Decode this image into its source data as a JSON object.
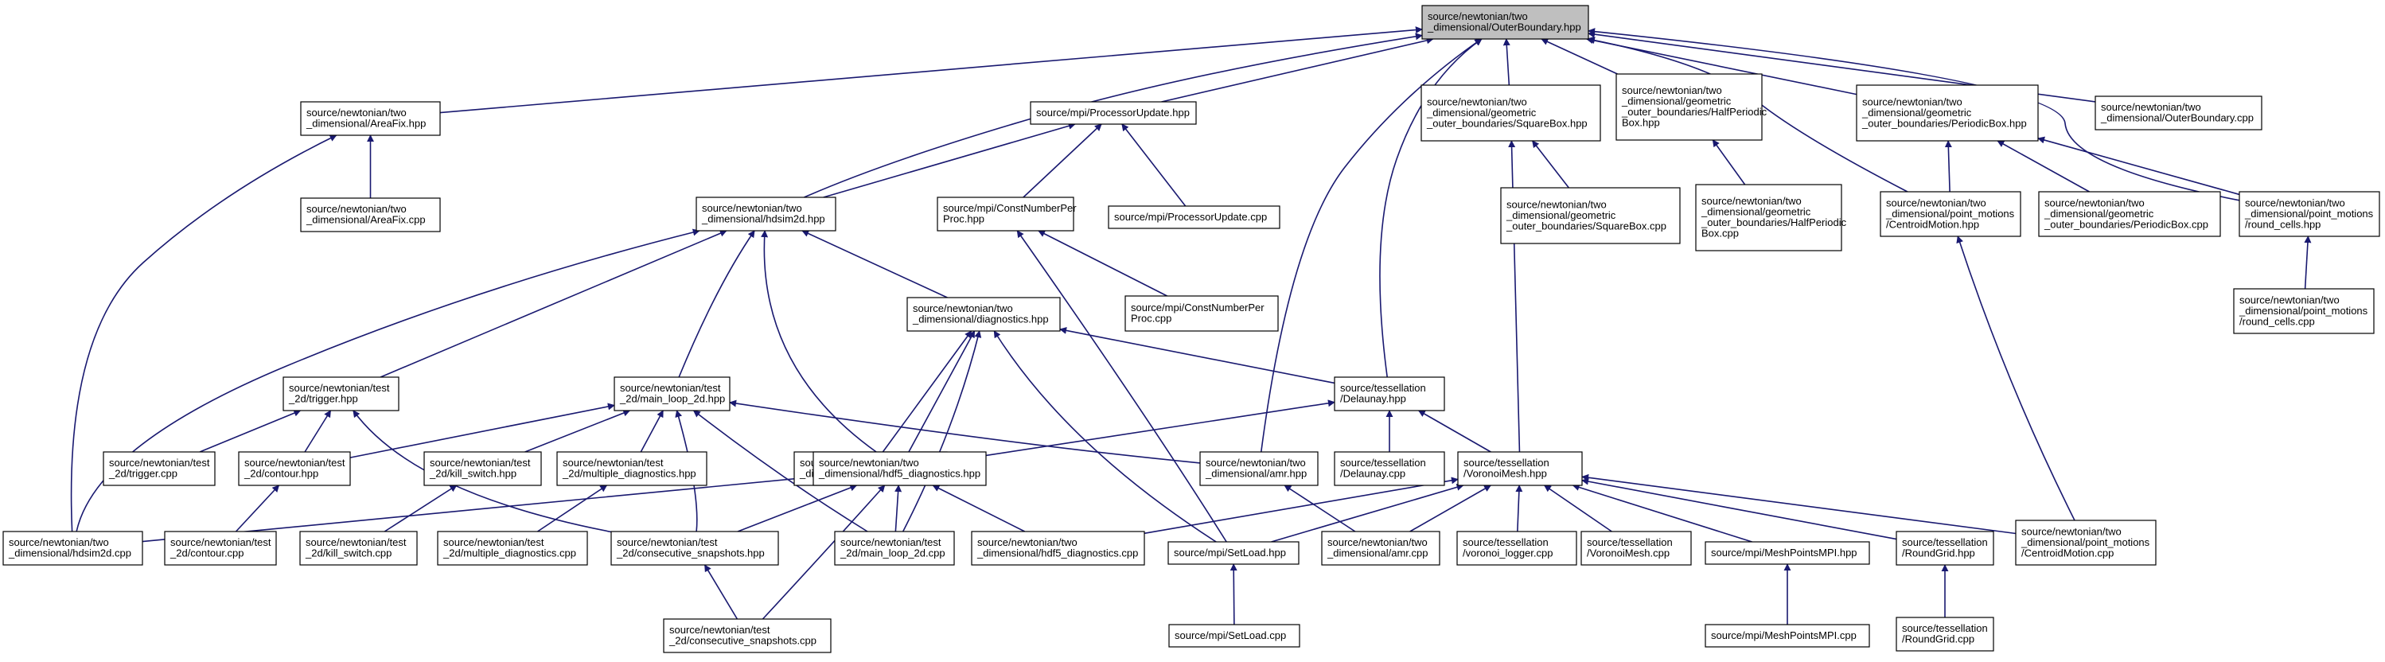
{
  "diagram": {
    "root": "outer_boundary_hpp",
    "arrow_color": "#191970",
    "root_fill": "#bfbfbf",
    "node_fill": "#ffffff",
    "nodes": [
      {
        "id": "outer_boundary_hpp",
        "lines": [
          "source/newtonian/two",
          "_dimensional/OuterBoundary.hpp"
        ]
      },
      {
        "id": "areafix_hpp",
        "lines": [
          "source/newtonian/two",
          "_dimensional/AreaFix.hpp"
        ]
      },
      {
        "id": "processor_update_hpp",
        "lines": [
          "source/mpi/ProcessorUpdate.hpp"
        ]
      },
      {
        "id": "squarebox_hpp",
        "lines": [
          "source/newtonian/two",
          "_dimensional/geometric",
          "_outer_boundaries/SquareBox.hpp"
        ]
      },
      {
        "id": "halfperiodic_hpp",
        "lines": [
          "source/newtonian/two",
          "_dimensional/geometric",
          "_outer_boundaries/HalfPeriodic",
          "Box.hpp"
        ]
      },
      {
        "id": "periodicbox_hpp",
        "lines": [
          "source/newtonian/two",
          "_dimensional/geometric",
          "_outer_boundaries/PeriodicBox.hpp"
        ]
      },
      {
        "id": "outer_boundary_cpp",
        "lines": [
          "source/newtonian/two",
          "_dimensional/OuterBoundary.cpp"
        ]
      },
      {
        "id": "areafix_cpp",
        "lines": [
          "source/newtonian/two",
          "_dimensional/AreaFix.cpp"
        ]
      },
      {
        "id": "hdsim2d_hpp",
        "lines": [
          "source/newtonian/two",
          "_dimensional/hdsim2d.hpp"
        ]
      },
      {
        "id": "constnumber_hpp",
        "lines": [
          "source/mpi/ConstNumberPer",
          "Proc.hpp"
        ]
      },
      {
        "id": "processor_update_cpp",
        "lines": [
          "source/mpi/ProcessorUpdate.cpp"
        ]
      },
      {
        "id": "squarebox_cpp",
        "lines": [
          "source/newtonian/two",
          "_dimensional/geometric",
          "_outer_boundaries/SquareBox.cpp"
        ]
      },
      {
        "id": "halfperiodic_cpp",
        "lines": [
          "source/newtonian/two",
          "_dimensional/geometric",
          "_outer_boundaries/HalfPeriodic",
          "Box.cpp"
        ]
      },
      {
        "id": "centroid_hpp",
        "lines": [
          "source/newtonian/two",
          "_dimensional/point_motions",
          "/CentroidMotion.hpp"
        ]
      },
      {
        "id": "periodicbox_cpp",
        "lines": [
          "source/newtonian/two",
          "_dimensional/geometric",
          "_outer_boundaries/PeriodicBox.cpp"
        ]
      },
      {
        "id": "round_cells_hpp",
        "lines": [
          "source/newtonian/two",
          "_dimensional/point_motions",
          "/round_cells.hpp"
        ]
      },
      {
        "id": "diagnostics_hpp",
        "lines": [
          "source/newtonian/two",
          "_dimensional/diagnostics.hpp"
        ]
      },
      {
        "id": "constnumber_cpp",
        "lines": [
          "source/mpi/ConstNumberPer",
          "Proc.cpp"
        ]
      },
      {
        "id": "round_cells_cpp",
        "lines": [
          "source/newtonian/two",
          "_dimensional/point_motions",
          "/round_cells.cpp"
        ]
      },
      {
        "id": "trigger_hpp",
        "lines": [
          "source/newtonian/test",
          "_2d/trigger.hpp"
        ]
      },
      {
        "id": "main_loop_hpp",
        "lines": [
          "source/newtonian/test",
          "_2d/main_loop_2d.hpp"
        ]
      },
      {
        "id": "diagnostics_cpp",
        "lines": [
          "source/newtonian/two",
          "_dimensional/diagnostics.cpp"
        ]
      },
      {
        "id": "delaunay_hpp",
        "lines": [
          "source/tessellation",
          "/Delaunay.hpp"
        ]
      },
      {
        "id": "trigger_cpp",
        "lines": [
          "source/newtonian/test",
          "_2d/trigger.cpp"
        ]
      },
      {
        "id": "contour_hpp",
        "lines": [
          "source/newtonian/test",
          "_2d/contour.hpp"
        ]
      },
      {
        "id": "kill_switch_hpp",
        "lines": [
          "source/newtonian/test",
          "_2d/kill_switch.hpp"
        ]
      },
      {
        "id": "multiple_diag_hpp",
        "lines": [
          "source/newtonian/test",
          "_2d/multiple_diagnostics.hpp"
        ]
      },
      {
        "id": "hdf5_hpp",
        "lines": [
          "source/newtonian/two",
          "_dimensional/hdf5_diagnostics.hpp"
        ]
      },
      {
        "id": "amr_hpp",
        "lines": [
          "source/newtonian/two",
          "_dimensional/amr.hpp"
        ]
      },
      {
        "id": "delaunay_cpp",
        "lines": [
          "source/tessellation",
          "/Delaunay.cpp"
        ]
      },
      {
        "id": "voronoi_hpp",
        "lines": [
          "source/tessellation",
          "/VoronoiMesh.hpp"
        ]
      },
      {
        "id": "hdsim2d_cpp",
        "lines": [
          "source/newtonian/two",
          "_dimensional/hdsim2d.cpp"
        ]
      },
      {
        "id": "contour_cpp",
        "lines": [
          "source/newtonian/test",
          "_2d/contour.cpp"
        ]
      },
      {
        "id": "kill_switch_cpp",
        "lines": [
          "source/newtonian/test",
          "_2d/kill_switch.cpp"
        ]
      },
      {
        "id": "multiple_diag_cpp",
        "lines": [
          "source/newtonian/test",
          "_2d/multiple_diagnostics.cpp"
        ]
      },
      {
        "id": "consecutive_hpp",
        "lines": [
          "source/newtonian/test",
          "_2d/consecutive_snapshots.hpp"
        ]
      },
      {
        "id": "main_loop_cpp",
        "lines": [
          "source/newtonian/test",
          "_2d/main_loop_2d.cpp"
        ]
      },
      {
        "id": "hdf5_cpp",
        "lines": [
          "source/newtonian/two",
          "_dimensional/hdf5_diagnostics.cpp"
        ]
      },
      {
        "id": "setload_hpp",
        "lines": [
          "source/mpi/SetLoad.hpp"
        ]
      },
      {
        "id": "amr_cpp",
        "lines": [
          "source/newtonian/two",
          "_dimensional/amr.cpp"
        ]
      },
      {
        "id": "voronoi_logger_cpp",
        "lines": [
          "source/tessellation",
          "/voronoi_logger.cpp"
        ]
      },
      {
        "id": "voronoi_cpp",
        "lines": [
          "source/tessellation",
          "/VoronoiMesh.cpp"
        ]
      },
      {
        "id": "meshpoints_hpp",
        "lines": [
          "source/mpi/MeshPointsMPI.hpp"
        ]
      },
      {
        "id": "roundgrid_hpp",
        "lines": [
          "source/tessellation",
          "/RoundGrid.hpp"
        ]
      },
      {
        "id": "centroid_cpp",
        "lines": [
          "source/newtonian/two",
          "_dimensional/point_motions",
          "/CentroidMotion.cpp"
        ]
      },
      {
        "id": "consecutive_cpp",
        "lines": [
          "source/newtonian/test",
          "_2d/consecutive_snapshots.cpp"
        ]
      },
      {
        "id": "setload_cpp",
        "lines": [
          "source/mpi/SetLoad.cpp"
        ]
      },
      {
        "id": "meshpoints_cpp",
        "lines": [
          "source/mpi/MeshPointsMPI.cpp"
        ]
      },
      {
        "id": "roundgrid_cpp",
        "lines": [
          "source/tessellation",
          "/RoundGrid.cpp"
        ]
      }
    ],
    "edges": [
      [
        "areafix_hpp",
        "outer_boundary_hpp"
      ],
      [
        "processor_update_hpp",
        "outer_boundary_hpp"
      ],
      [
        "squarebox_hpp",
        "outer_boundary_hpp"
      ],
      [
        "halfperiodic_hpp",
        "outer_boundary_hpp"
      ],
      [
        "periodicbox_hpp",
        "outer_boundary_hpp"
      ],
      [
        "outer_boundary_cpp",
        "outer_boundary_hpp"
      ],
      [
        "hdsim2d_hpp",
        "outer_boundary_hpp"
      ],
      [
        "centroid_hpp",
        "outer_boundary_hpp"
      ],
      [
        "round_cells_hpp",
        "outer_boundary_hpp"
      ],
      [
        "delaunay_hpp",
        "outer_boundary_hpp"
      ],
      [
        "amr_hpp",
        "outer_boundary_hpp"
      ],
      [
        "areafix_cpp",
        "areafix_hpp"
      ],
      [
        "hdsim2d_cpp",
        "areafix_hpp"
      ],
      [
        "hdsim2d_hpp",
        "processor_update_hpp"
      ],
      [
        "constnumber_hpp",
        "processor_update_hpp"
      ],
      [
        "processor_update_cpp",
        "processor_update_hpp"
      ],
      [
        "squarebox_cpp",
        "squarebox_hpp"
      ],
      [
        "voronoi_hpp",
        "squarebox_hpp"
      ],
      [
        "halfperiodic_cpp",
        "halfperiodic_hpp"
      ],
      [
        "centroid_hpp",
        "periodicbox_hpp"
      ],
      [
        "periodicbox_cpp",
        "periodicbox_hpp"
      ],
      [
        "round_cells_hpp",
        "periodicbox_hpp"
      ],
      [
        "diagnostics_hpp",
        "hdsim2d_hpp"
      ],
      [
        "trigger_hpp",
        "hdsim2d_hpp"
      ],
      [
        "main_loop_hpp",
        "hdsim2d_hpp"
      ],
      [
        "hdf5_hpp",
        "hdsim2d_hpp"
      ],
      [
        "hdsim2d_cpp",
        "hdsim2d_hpp"
      ],
      [
        "constnumber_cpp",
        "constnumber_hpp"
      ],
      [
        "setload_hpp",
        "constnumber_hpp"
      ],
      [
        "centroid_cpp",
        "centroid_hpp"
      ],
      [
        "round_cells_cpp",
        "round_cells_hpp"
      ],
      [
        "diagnostics_cpp",
        "diagnostics_hpp"
      ],
      [
        "hdf5_hpp",
        "diagnostics_hpp"
      ],
      [
        "delaunay_hpp",
        "diagnostics_hpp"
      ],
      [
        "main_loop_cpp",
        "diagnostics_hpp"
      ],
      [
        "setload_hpp",
        "diagnostics_hpp"
      ],
      [
        "trigger_cpp",
        "trigger_hpp"
      ],
      [
        "contour_hpp",
        "trigger_hpp"
      ],
      [
        "consecutive_hpp",
        "trigger_hpp"
      ],
      [
        "contour_hpp",
        "main_loop_hpp"
      ],
      [
        "kill_switch_hpp",
        "main_loop_hpp"
      ],
      [
        "multiple_diag_hpp",
        "main_loop_hpp"
      ],
      [
        "consecutive_hpp",
        "main_loop_hpp"
      ],
      [
        "main_loop_cpp",
        "main_loop_hpp"
      ],
      [
        "amr_hpp",
        "main_loop_hpp"
      ],
      [
        "hdf5_hpp",
        "delaunay_hpp"
      ],
      [
        "delaunay_cpp",
        "delaunay_hpp"
      ],
      [
        "voronoi_hpp",
        "delaunay_hpp"
      ],
      [
        "contour_cpp",
        "contour_hpp"
      ],
      [
        "kill_switch_cpp",
        "kill_switch_hpp"
      ],
      [
        "multiple_diag_cpp",
        "multiple_diag_hpp"
      ],
      [
        "hdsim2d_cpp",
        "hdf5_hpp"
      ],
      [
        "consecutive_hpp",
        "hdf5_hpp"
      ],
      [
        "main_loop_cpp",
        "hdf5_hpp"
      ],
      [
        "hdf5_cpp",
        "hdf5_hpp"
      ],
      [
        "consecutive_cpp",
        "hdf5_hpp"
      ],
      [
        "amr_cpp",
        "amr_hpp"
      ],
      [
        "hdf5_cpp",
        "voronoi_hpp"
      ],
      [
        "setload_hpp",
        "voronoi_hpp"
      ],
      [
        "amr_cpp",
        "voronoi_hpp"
      ],
      [
        "voronoi_logger_cpp",
        "voronoi_hpp"
      ],
      [
        "voronoi_cpp",
        "voronoi_hpp"
      ],
      [
        "meshpoints_hpp",
        "voronoi_hpp"
      ],
      [
        "roundgrid_hpp",
        "voronoi_hpp"
      ],
      [
        "centroid_cpp",
        "voronoi_hpp"
      ],
      [
        "consecutive_cpp",
        "consecutive_hpp"
      ],
      [
        "setload_cpp",
        "setload_hpp"
      ],
      [
        "meshpoints_cpp",
        "meshpoints_hpp"
      ],
      [
        "roundgrid_cpp",
        "roundgrid_hpp"
      ]
    ]
  }
}
